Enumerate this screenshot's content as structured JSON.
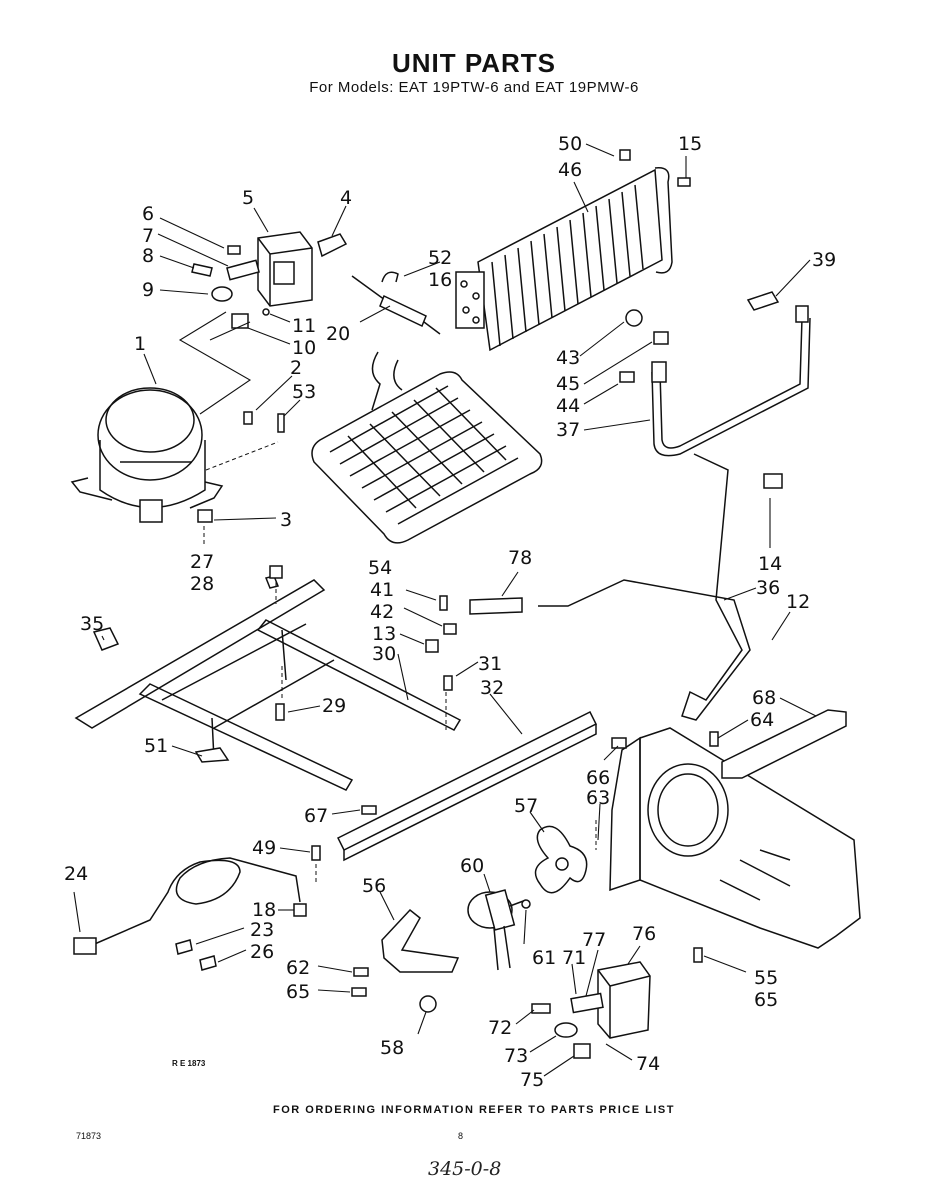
{
  "header": {
    "title": "UNIT PARTS",
    "subtitle": "For Models: EAT 19PTW-6 and EAT 19PMW-6"
  },
  "callouts": {
    "c1": "1",
    "c2": "2",
    "c3": "3",
    "c4": "4",
    "c5": "5",
    "c6": "6",
    "c7": "7",
    "c8": "8",
    "c9": "9",
    "c10": "10",
    "c11": "11",
    "c12": "12",
    "c13": "13",
    "c14": "14",
    "c15": "15",
    "c16": "16",
    "c18": "18",
    "c20": "20",
    "c23": "23",
    "c24": "24",
    "c26": "26",
    "c27": "27",
    "c28": "28",
    "c29": "29",
    "c30": "30",
    "c31": "31",
    "c32": "32",
    "c35": "35",
    "c36": "36",
    "c37": "37",
    "c39": "39",
    "c41": "41",
    "c42": "42",
    "c43": "43",
    "c44": "44",
    "c45": "45",
    "c46": "46",
    "c49": "49",
    "c50": "50",
    "c51": "51",
    "c52": "52",
    "c53": "53",
    "c54": "54",
    "c55": "55",
    "c56": "56",
    "c57": "57",
    "c58": "58",
    "c60": "60",
    "c61": "61",
    "c62": "62",
    "c63": "63",
    "c64": "64",
    "c65a": "65",
    "c65b": "65",
    "c66": "66",
    "c67": "67",
    "c68": "68",
    "c71": "71",
    "c72": "72",
    "c73": "73",
    "c74": "74",
    "c75": "75",
    "c76": "76",
    "c77": "77",
    "c78": "78"
  },
  "drawing_code": "R E 1873",
  "footer": {
    "ordering_note": "FOR ORDERING INFORMATION REFER TO PARTS PRICE LIST",
    "doc_number": "71873",
    "page_number": "8",
    "handwritten_note": "345-0-8"
  }
}
